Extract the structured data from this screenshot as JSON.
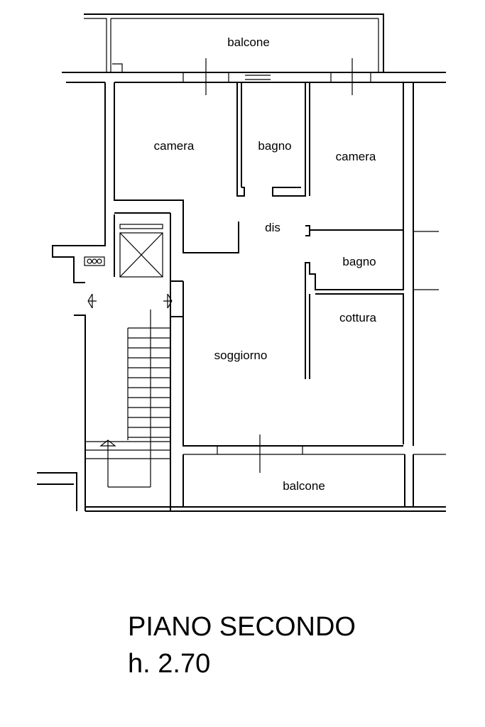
{
  "plan": {
    "rooms": {
      "balcone_top": "balcone",
      "camera_left": "camera",
      "bagno_top": "bagno",
      "camera_right": "camera",
      "dis": "dis",
      "bagno_right": "bagno",
      "cottura": "cottura",
      "soggiorno": "soggiorno",
      "balcone_bottom": "balcone"
    }
  },
  "caption": {
    "title": "PIANO SECONDO",
    "height": "h. 2.70"
  }
}
